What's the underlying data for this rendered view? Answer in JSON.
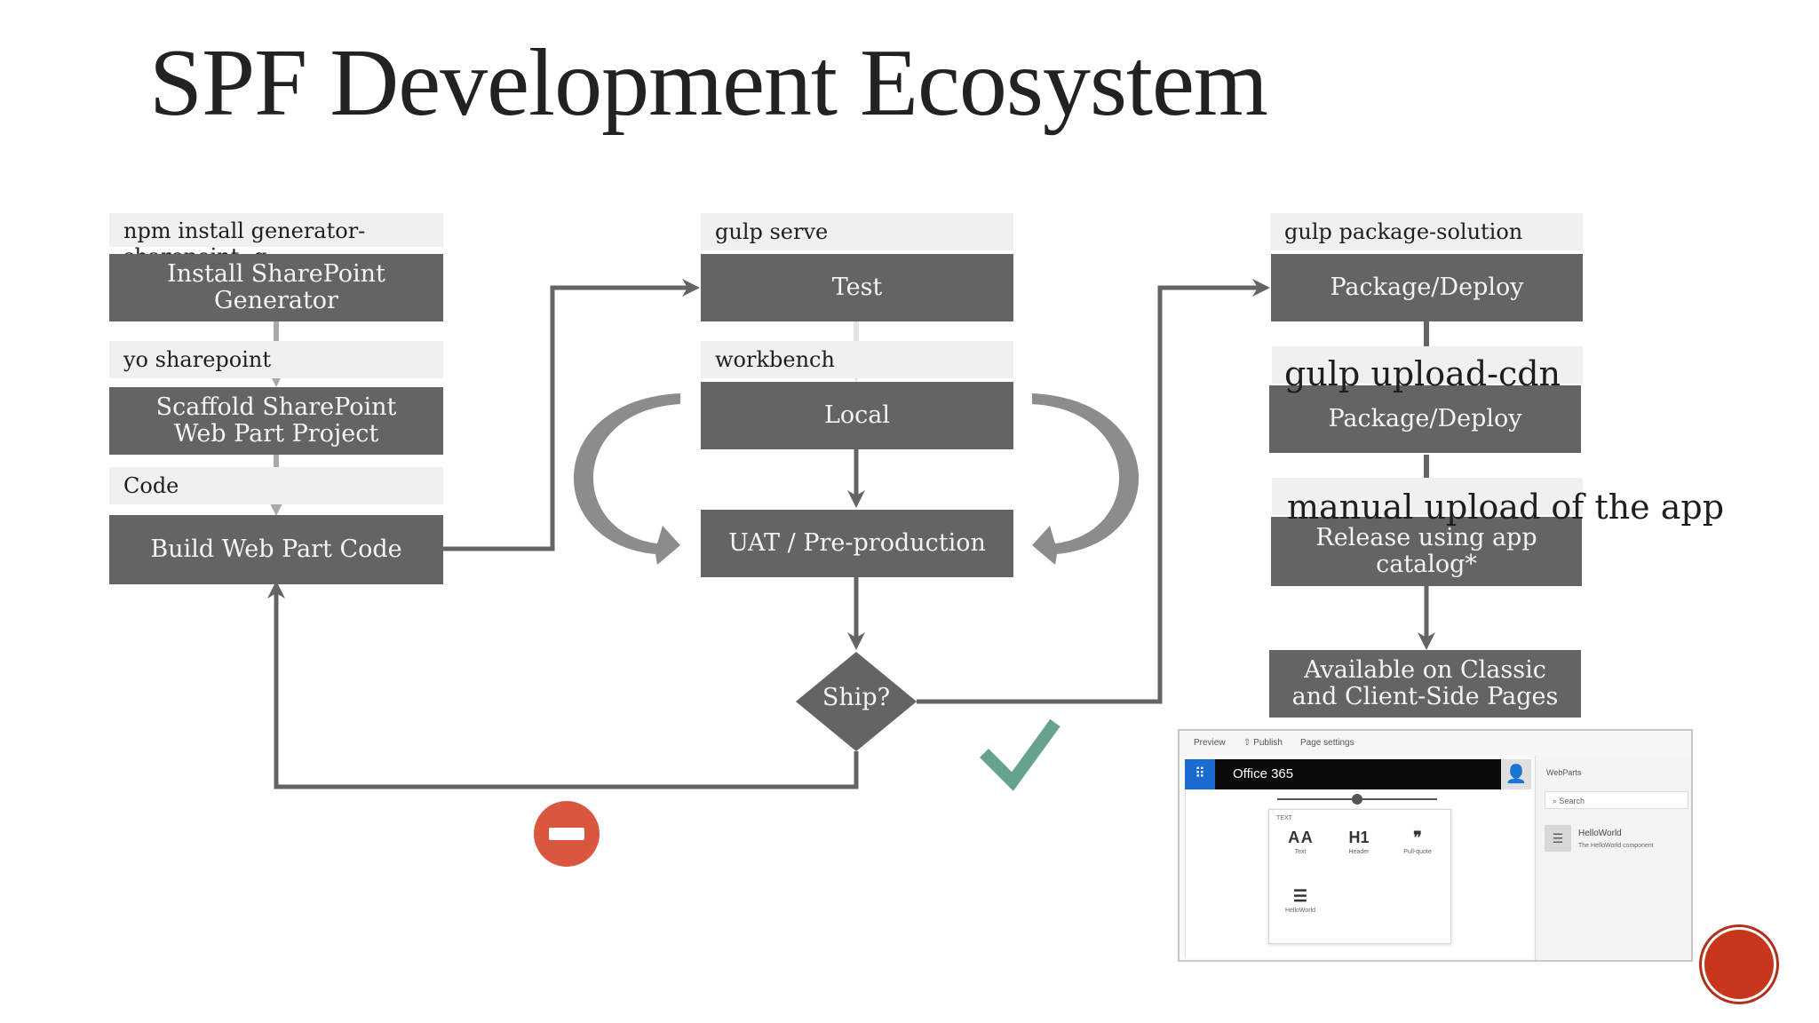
{
  "title": "SPF Development Ecosystem",
  "left_column": {
    "label_1": "npm install generator-sharepoint -g",
    "box_1": "Install SharePoint Generator",
    "label_2": "yo sharepoint",
    "box_2": "Scaffold SharePoint Web Part Project",
    "label_3": "Code",
    "box_3": "Build Web Part Code"
  },
  "middle_column": {
    "label_1": "gulp serve",
    "box_1": "Test",
    "label_2": "workbench",
    "box_2": "Local",
    "box_3": "UAT / Pre-production",
    "decision": "Ship?"
  },
  "right_column": {
    "label_1": "gulp package-solution",
    "box_1": "Package/Deploy",
    "label_2": "gulp upload-cdn",
    "box_2": "Package/Deploy",
    "label_3": "manual upload of the app",
    "box_3": "Release using app catalog*",
    "box_4": "Available on Classic and Client-Side Pages"
  },
  "screenshot": {
    "toolbar": [
      "Preview",
      "⇧ Publish",
      "Page settings"
    ],
    "suite_title": "Office 365",
    "picker_heading": "TEXT",
    "tiles": [
      {
        "icon": "A A",
        "caption": "Text"
      },
      {
        "icon": "H1",
        "caption": "Header"
      },
      {
        "icon": "❞",
        "caption": "Pull-quote"
      },
      {
        "icon": "☰",
        "caption": "HelloWorld"
      }
    ],
    "panel_heading": "WebParts",
    "search_placeholder": "⌕  Search",
    "item_name": "HelloWorld",
    "item_description": "The HelloWorld component"
  },
  "colors": {
    "box_fill": "#646464",
    "label_fill": "#f0f0f0",
    "connector": "#646464",
    "light_arrow": "#a6a6a6",
    "check": "#66a38d",
    "stop": "#d9573f"
  }
}
